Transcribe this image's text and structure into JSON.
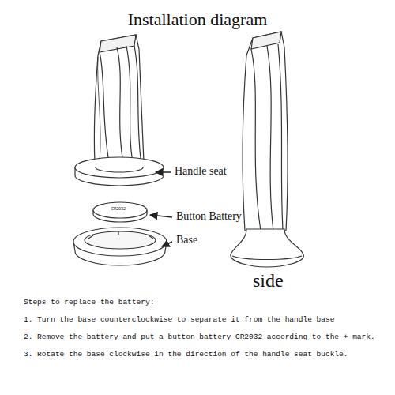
{
  "diagram": {
    "title": "Installation diagram",
    "labels": [
      "Handle seat",
      "Button Battery",
      "Base",
      "CR2032",
      "side",
      "Steps to replace the battery:",
      "1. Turn the base counterclockwise to separate it from the handle base",
      "2. Remove the battery and put a button battery CR2032 according to the + mark.",
      "3. Rotate the base clockwise in the direction of the handle seat buckle."
    ]
  }
}
